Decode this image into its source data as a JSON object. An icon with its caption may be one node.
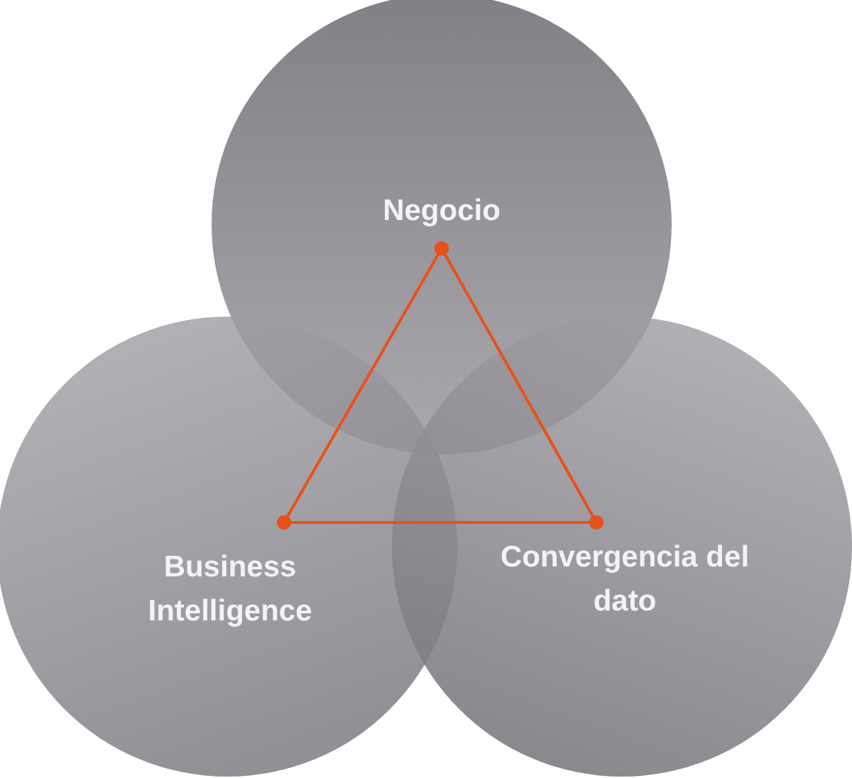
{
  "diagram": {
    "nodes": [
      {
        "text": [
          "Negocio"
        ]
      },
      {
        "text": [
          "Business Intelligence"
        ]
      },
      {
        "text": [
          "Convergencia del dato"
        ]
      }
    ],
    "edges": [
      {
        "from": 0,
        "to": 1,
        "arrow": "other"
      },
      {
        "from": 1,
        "to": 2,
        "arrow": "other"
      },
      {
        "from": 2,
        "to": 0,
        "arrow": "other"
      }
    ]
  }
}
